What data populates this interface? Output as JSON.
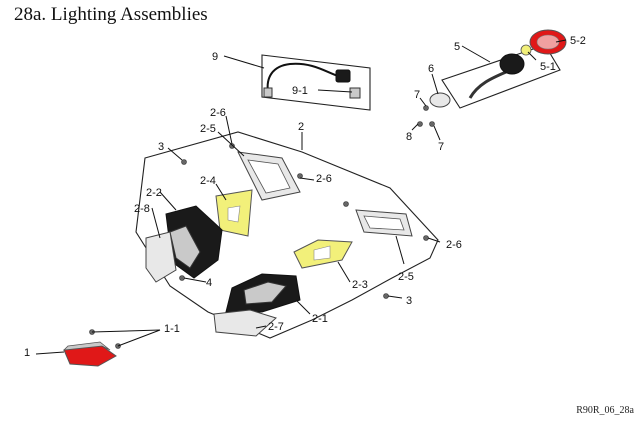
{
  "title": "28a. Lighting Assemblies",
  "reference": "R90R_06_28a",
  "callouts": {
    "c9": "9",
    "c9_1": "9-1",
    "c5": "5",
    "c5_1": "5-1",
    "c5_2": "5-2",
    "c6": "6",
    "c7a": "7",
    "c7b": "7",
    "c8": "8",
    "c2": "2",
    "c2_6a": "2-6",
    "c2_5a": "2-5",
    "c3a": "3",
    "c2_4": "2-4",
    "c2_6b": "2-6",
    "c2_2": "2-2",
    "c2_8": "2-8",
    "c2_6c": "2-6",
    "c2_5b": "2-5",
    "c4": "4",
    "c2_3": "2-3",
    "c3b": "3",
    "c2_1": "2-1",
    "c2_7": "2-7",
    "c1_1": "1-1",
    "c1": "1"
  },
  "colors": {
    "yellow_lens": "#f2f07a",
    "red_lens": "#e01818",
    "line": "#111111"
  }
}
